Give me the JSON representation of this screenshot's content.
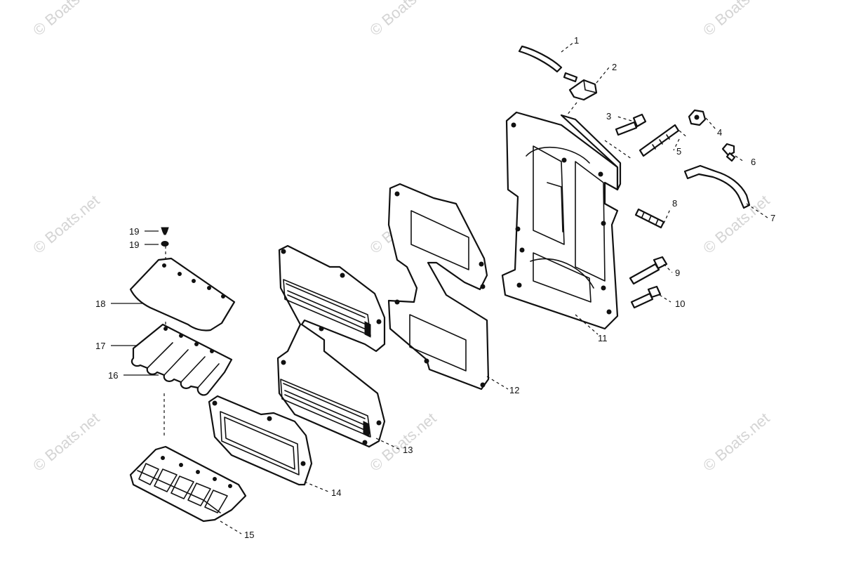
{
  "watermark": "© Boats.net",
  "callouts": [
    "1",
    "2",
    "3",
    "4",
    "5",
    "6",
    "7",
    "8",
    "9",
    "10",
    "11",
    "12",
    "13",
    "14",
    "15",
    "16",
    "17",
    "18",
    "19",
    "19"
  ],
  "colors": {
    "ink": "#111111",
    "watermark": "#d4d4d4",
    "background": "#ffffff"
  }
}
